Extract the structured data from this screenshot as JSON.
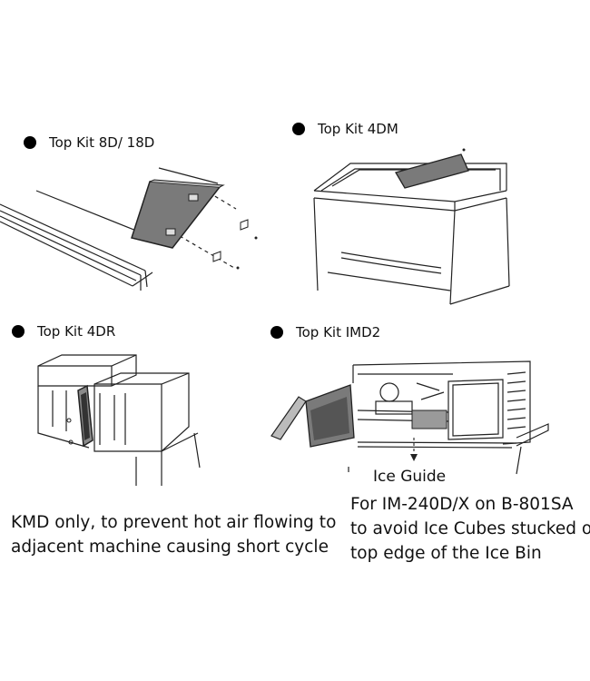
{
  "kits": [
    {
      "label": "Top Kit 8D/ 18D"
    },
    {
      "label": "Top Kit 4DM"
    },
    {
      "label": "Top Kit 4DR"
    },
    {
      "label": "Top Kit IMD2"
    }
  ],
  "callout": {
    "ice_guide": "Ice Guide"
  },
  "notes": {
    "kmd": [
      "KMD only, to prevent hot air flowing to",
      "adjacent machine causing short cycle"
    ],
    "im240": [
      "For IM-240D/X on B-801SA",
      "to avoid Ice Cubes stucked on",
      "top edge of the Ice Bin"
    ]
  },
  "colors": {
    "kit_panel": "#7a7a7a",
    "line": "#222222",
    "bullet": "#000000"
  }
}
